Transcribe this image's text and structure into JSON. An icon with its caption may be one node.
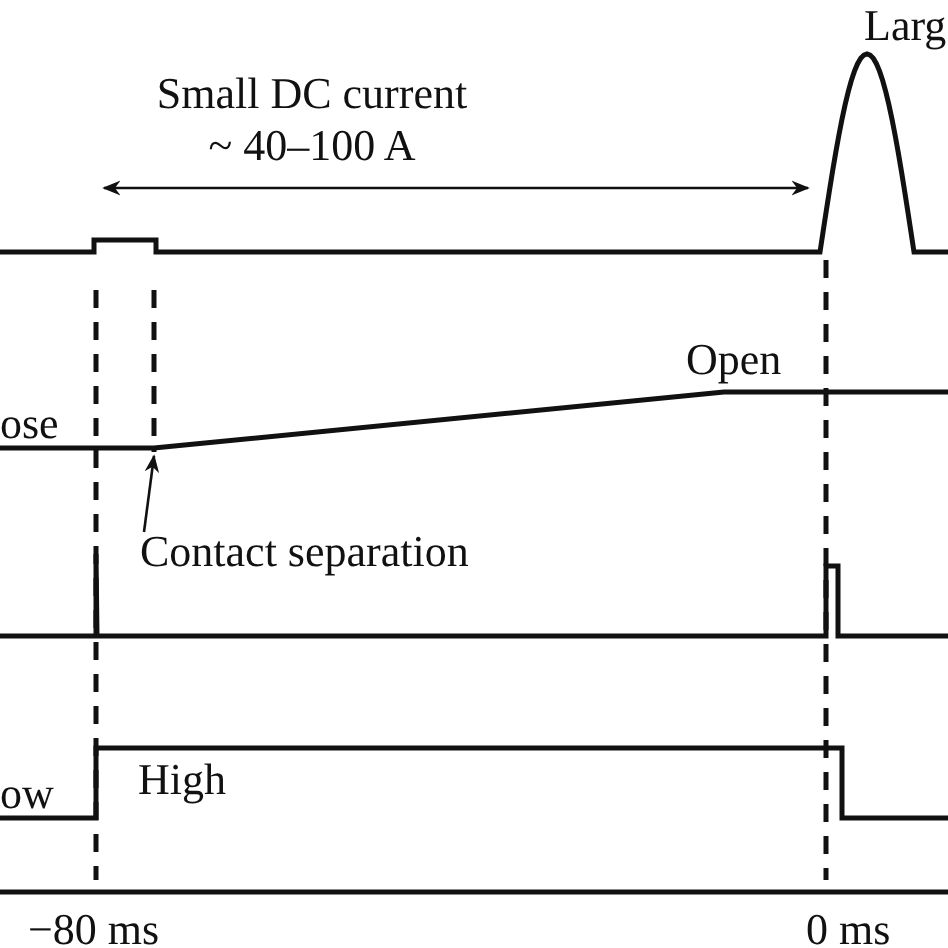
{
  "diagram": {
    "nodes": [
      {
        "text": [
          "Contact separation"
        ]
      },
      {
        "text": [],
        "shape": "line"
      }
    ],
    "edges": [
      {
        "from": 0,
        "to": 1,
        "arrow": "to"
      }
    ],
    "labels": [
      "Larg",
      "Small DC current ~ 40–100 A",
      "Open",
      "ose",
      "High",
      "ow",
      "−80 ms",
      "0 ms"
    ]
  }
}
